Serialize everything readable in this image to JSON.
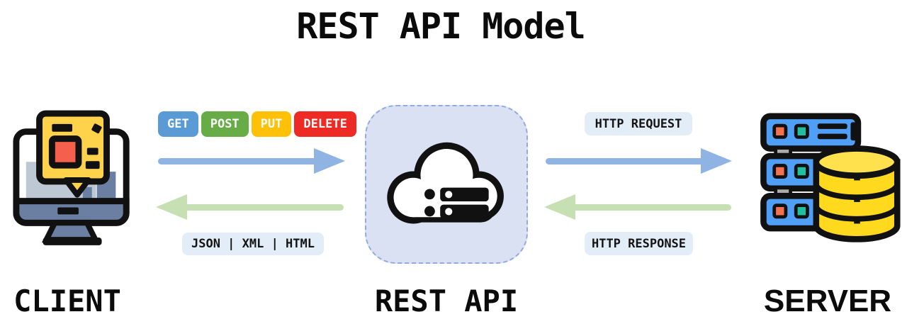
{
  "title": "REST API Model",
  "nodes": {
    "client": {
      "label": "CLIENT",
      "icon": "monitor-notification-icon"
    },
    "api": {
      "label": "REST API",
      "icon": "cloud-server-icon"
    },
    "server": {
      "label": "SERVER",
      "icon": "server-database-icon"
    }
  },
  "methods": [
    {
      "label": "GET",
      "color": "#5B9BD5"
    },
    {
      "label": "POST",
      "color": "#67AC47"
    },
    {
      "label": "PUT",
      "color": "#FFC107"
    },
    {
      "label": "DELETE",
      "color": "#EE2A24"
    }
  ],
  "labels": {
    "formats": "JSON | XML | HTML",
    "request": "HTTP REQUEST",
    "response": "HTTP RESPONSE"
  },
  "colors": {
    "arrow_blue": "#8FB4E3",
    "arrow_green": "#C6E0B4",
    "label_bg": "#E3EDF8",
    "api_box_bg": "#DAE1F3",
    "api_box_border": "#94AADF"
  }
}
